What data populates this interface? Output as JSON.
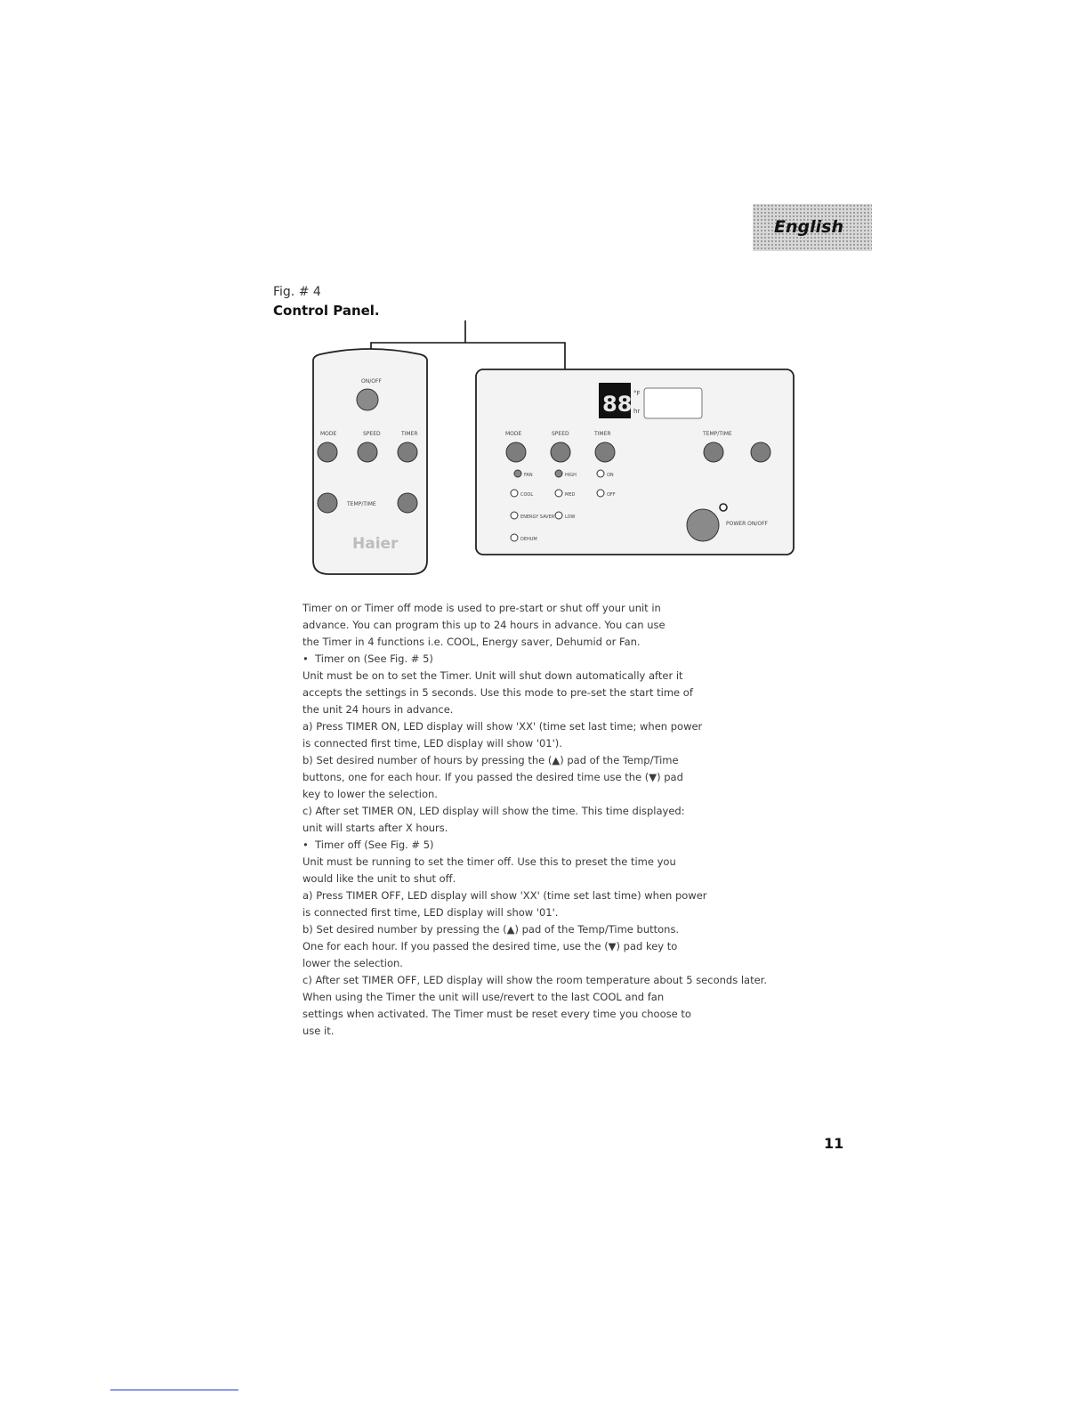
{
  "header": {
    "language_tab": "English"
  },
  "figure": {
    "label": "Fig. # 4",
    "title": "Control Panel.",
    "remote": {
      "on_off_label": "ON/OFF",
      "mode_label": "MODE",
      "speed_label": "SPEED",
      "timer_label": "TIMER",
      "temp_time_label": "TEMP/TIME",
      "brand": "Haier"
    },
    "panel": {
      "display_value": "88",
      "unit_f": "°F",
      "unit_hr": "hr",
      "mode_label": "MODE",
      "speed_label": "SPEED",
      "timer_label": "TIMER",
      "temp_time_label": "TEMP/TIME",
      "indicators": [
        "FAN",
        "HIGH",
        "ON",
        "COOL",
        "MED",
        "OFF",
        "ENERGY SAVER",
        "LOW",
        "DEHUM"
      ],
      "power_label": "POWER ON/OFF"
    }
  },
  "body": {
    "lines": [
      {
        "text": "Timer on or Timer off mode is used to pre-start or shut off your unit in"
      },
      {
        "text": "advance. You can program this up to 24 hours in advance. You can use"
      },
      {
        "text": "the Timer in 4 functions i.e. COOL, Energy saver, Dehumid or Fan."
      },
      {
        "text": "Timer on (See Fig. # 5)",
        "bullet": true
      },
      {
        "text": "Unit must be on to set the Timer. Unit will shut down automatically after it"
      },
      {
        "text": "accepts the settings in 5 seconds. Use this mode to pre-set the start time of"
      },
      {
        "text": "the unit 24 hours in advance."
      },
      {
        "text": "a) Press TIMER ON, LED display will show 'XX' (time set last time; when power"
      },
      {
        "text": "is connected first time, LED display will show '01')."
      },
      {
        "text": "b) Set desired number of hours by pressing the (▲) pad of the Temp/Time"
      },
      {
        "text": "buttons, one for each hour. If you passed the desired time use the (▼) pad"
      },
      {
        "text": "key to lower the selection."
      },
      {
        "text": "c) After set TIMER ON, LED display will show the time. This time displayed:"
      },
      {
        "text": "unit will starts after X hours."
      },
      {
        "text": "Timer off (See Fig. # 5)",
        "bullet": true
      },
      {
        "text": "Unit must be running to set the timer off. Use this to preset the time you"
      },
      {
        "text": "would like the unit to shut off."
      },
      {
        "text": "a) Press TIMER OFF, LED display will show 'XX' (time set last time) when power"
      },
      {
        "text": "is connected first time, LED display will show '01'."
      },
      {
        "text": "b) Set desired number by pressing the (▲) pad of the Temp/Time buttons."
      },
      {
        "text": "One for each hour. If you passed the desired time, use the (▼) pad key to"
      },
      {
        "text": "lower the selection."
      },
      {
        "text": "c) After set TIMER OFF, LED display will show the room temperature about 5 seconds later."
      },
      {
        "text": "When using the Timer the unit will use/revert to the last COOL and fan"
      },
      {
        "text": "settings when activated. The Timer must be reset every time you choose to"
      },
      {
        "text": "use it."
      }
    ]
  },
  "footer": {
    "page_number": "11"
  }
}
